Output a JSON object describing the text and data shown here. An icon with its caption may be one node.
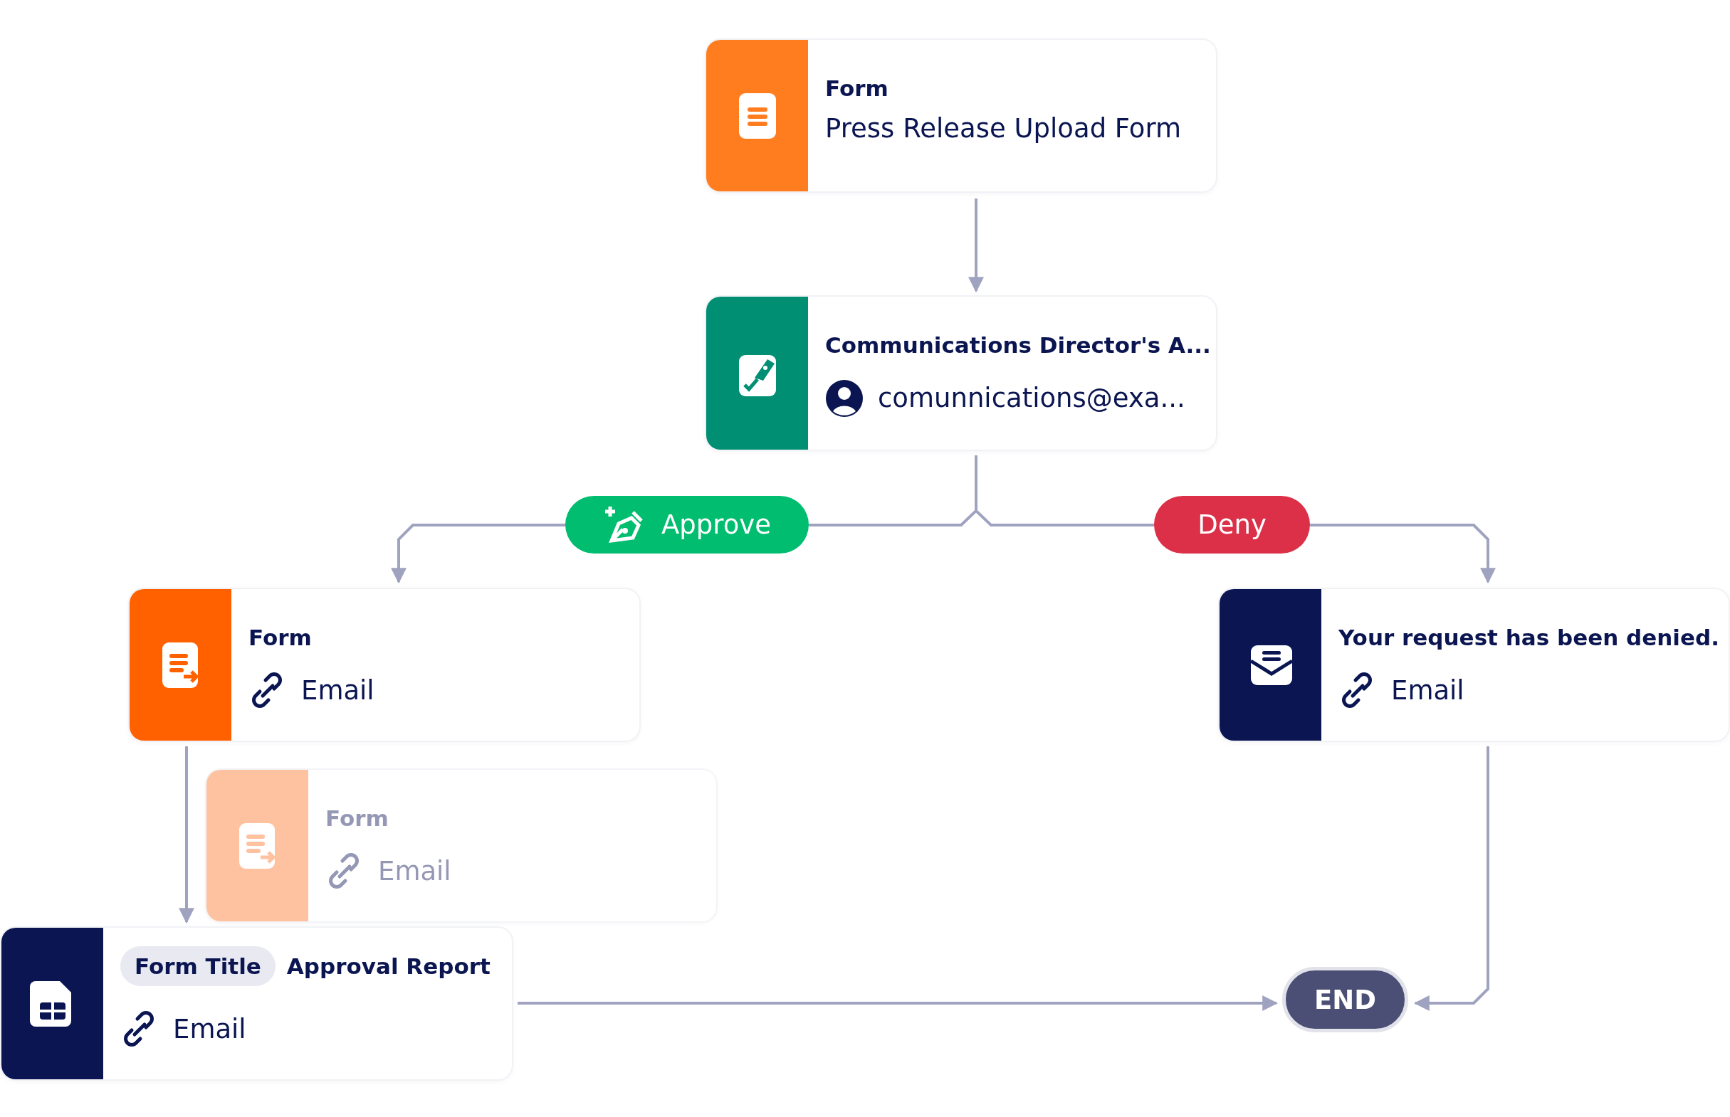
{
  "diagram": {
    "nodes": [
      {
        "text": [
          "Form",
          "Press Release Upload Form"
        ]
      },
      {
        "text": [
          "Communications Director's A...",
          "comunnications@exa..."
        ]
      },
      {
        "text": [
          "Approve"
        ]
      },
      {
        "text": [
          "Deny"
        ]
      },
      {
        "text": [
          "Form",
          "Email"
        ]
      },
      {
        "text": [
          "Form",
          "Email"
        ]
      },
      {
        "text": [
          "Form Title",
          "Approval Report",
          "Email"
        ]
      },
      {
        "text": [
          "Your request has been denied.",
          "Email"
        ]
      },
      {
        "text": [
          "END"
        ]
      }
    ],
    "edges": [
      {
        "from": 0,
        "to": 1,
        "arrow": "to"
      },
      {
        "from": 1,
        "to": 2,
        "arrow": "none"
      },
      {
        "from": 2,
        "to": 4,
        "arrow": "to"
      },
      {
        "from": 1,
        "to": 3,
        "arrow": "none"
      },
      {
        "from": 3,
        "to": 7,
        "arrow": "to"
      },
      {
        "from": 4,
        "to": 6,
        "arrow": "to"
      },
      {
        "from": 6,
        "to": 8,
        "arrow": "to"
      },
      {
        "from": 7,
        "to": 8,
        "arrow": "to"
      }
    ]
  }
}
